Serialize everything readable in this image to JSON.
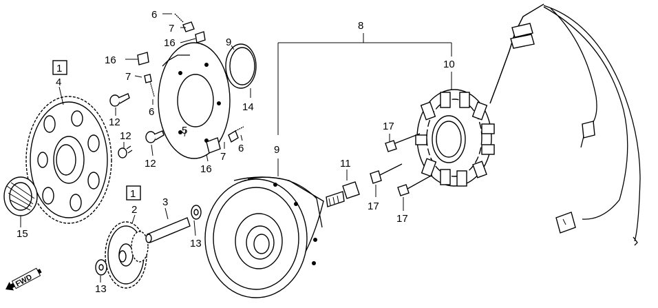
{
  "callouts": {
    "c1": "1",
    "c2": "2",
    "c3": "3",
    "c4": "4",
    "c5": "5",
    "c6a": "6",
    "c6b": "6",
    "c6c": "6",
    "c7a": "7",
    "c7b": "7",
    "c7c": "7",
    "c8": "8",
    "c9a": "9",
    "c9b": "9",
    "c10": "10",
    "c11": "11",
    "c12a": "12",
    "c12b": "12",
    "c12c": "12",
    "c13a": "13",
    "c13b": "13",
    "c14": "14",
    "c15": "15",
    "c16a": "16",
    "c16b": "16",
    "c16c": "16",
    "c17a": "17",
    "c17b": "17",
    "c17c": "17"
  },
  "boxed": {
    "b1": "1",
    "b2": "1"
  },
  "fwd": "FWD"
}
